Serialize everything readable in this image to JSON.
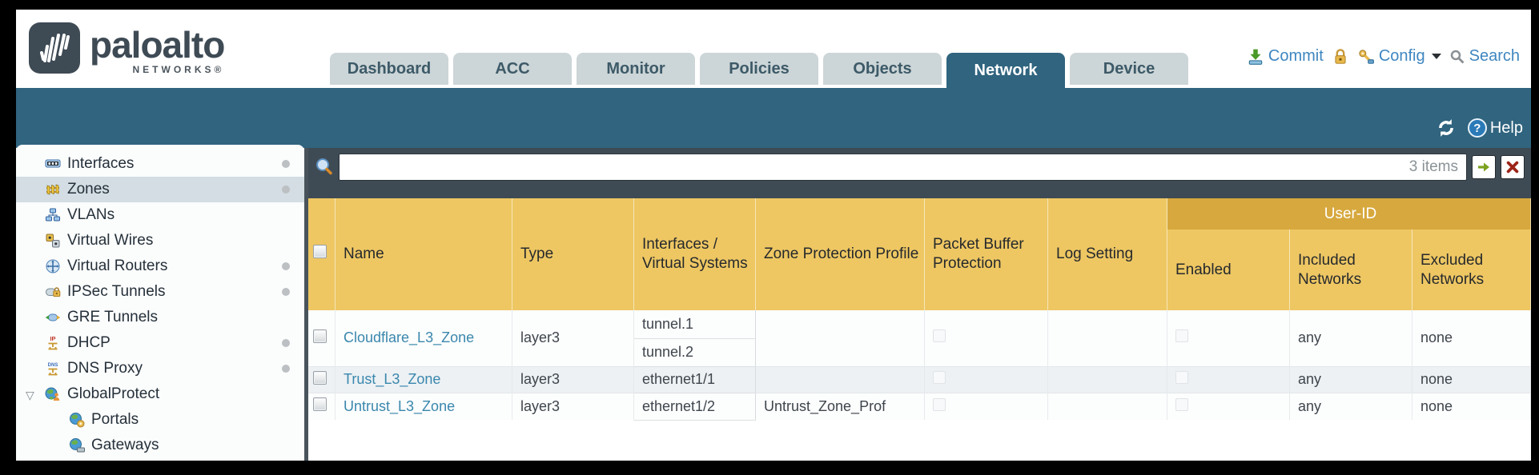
{
  "brand": {
    "name": "paloalto",
    "sub": "NETWORKS®"
  },
  "tabs": [
    "Dashboard",
    "ACC",
    "Monitor",
    "Policies",
    "Objects",
    "Network",
    "Device"
  ],
  "utilities": {
    "commit": "Commit",
    "config": "Config",
    "search": "Search"
  },
  "band": {
    "help": "Help"
  },
  "filter": {
    "count": "3 items"
  },
  "sidebar": {
    "items": [
      {
        "label": "Interfaces"
      },
      {
        "label": "Zones"
      },
      {
        "label": "VLANs"
      },
      {
        "label": "Virtual Wires"
      },
      {
        "label": "Virtual Routers"
      },
      {
        "label": "IPSec Tunnels"
      },
      {
        "label": "GRE Tunnels"
      },
      {
        "label": "DHCP"
      },
      {
        "label": "DNS Proxy"
      },
      {
        "label": "GlobalProtect"
      },
      {
        "label": "Portals"
      },
      {
        "label": "Gateways"
      }
    ]
  },
  "table": {
    "headers": {
      "name": "Name",
      "type": "Type",
      "interfaces": "Interfaces / Virtual Systems",
      "zone_protection": "Zone Protection Profile",
      "packet_buffer": "Packet Buffer Protection",
      "log_setting": "Log Setting",
      "user_id": "User-ID",
      "enabled": "Enabled",
      "included": "Included Networks",
      "excluded": "Excluded Networks"
    },
    "rows": [
      {
        "name": "Cloudflare_L3_Zone",
        "type": "layer3",
        "interfaces": [
          "tunnel.1",
          "tunnel.2"
        ],
        "zone_protection": "",
        "log_setting": "",
        "included": "any",
        "excluded": "none"
      },
      {
        "name": "Trust_L3_Zone",
        "type": "layer3",
        "interfaces": [
          "ethernet1/1"
        ],
        "zone_protection": "",
        "log_setting": "",
        "included": "any",
        "excluded": "none"
      },
      {
        "name": "Untrust_L3_Zone",
        "type": "layer3",
        "interfaces": [
          "ethernet1/2"
        ],
        "zone_protection": "Untrust_Zone_Prof",
        "log_setting": "",
        "included": "any",
        "excluded": "none"
      }
    ]
  },
  "colors": {
    "teal": "#30647f",
    "gold": "#eec763",
    "gold_dark": "#d7a83e",
    "slate": "#3f4b54",
    "link": "#3a87ad"
  }
}
